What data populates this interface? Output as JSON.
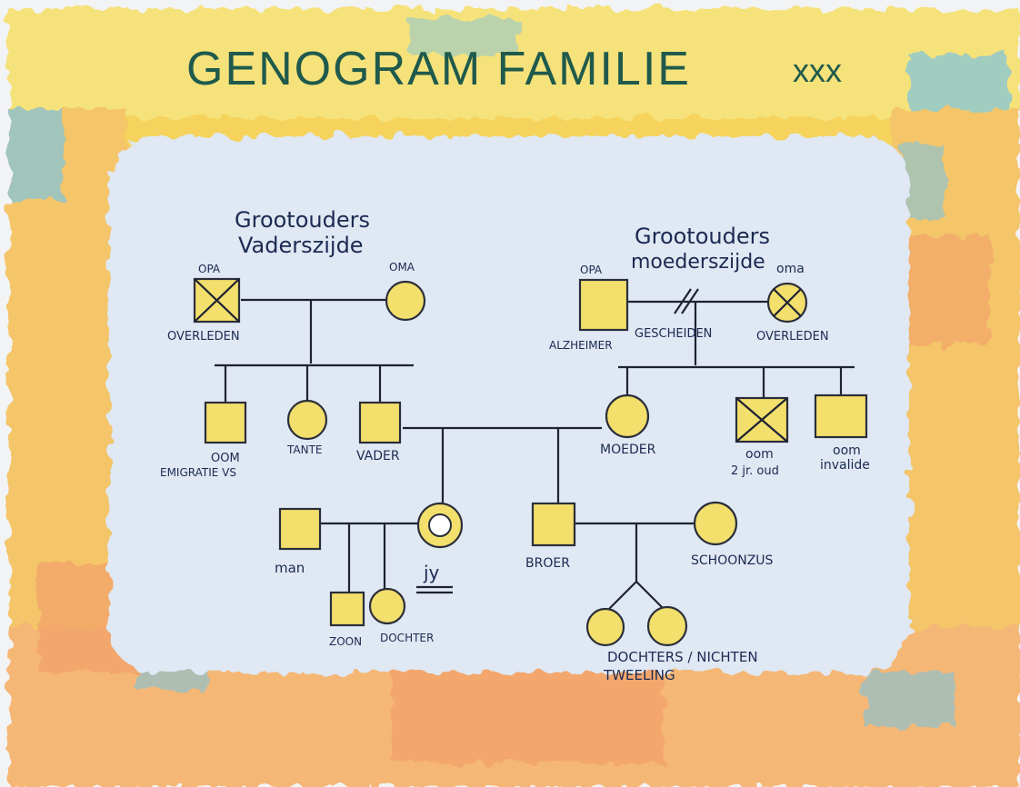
{
  "title": "GENOGRAM  FAMILIE",
  "title_suffix": "xxx",
  "groups": {
    "paternal_1": "Grootouders",
    "paternal_2": "Vaderszijde",
    "maternal_1": "Grootouders",
    "maternal_2": "moederszijde"
  },
  "labels": {
    "opa_p": "OPA",
    "oma_p": "OMA",
    "overleden_p": "OVERLEDEN",
    "opa_m": "OPA",
    "oma_m": "oma",
    "alzheimer": "ALZHEIMER",
    "gescheiden": "GESCHEIDEN",
    "overleden_m": "OVERLEDEN",
    "oom1_a": "OOM",
    "oom1_b": "EMIGRATIE VS",
    "tante": "TANTE",
    "vader": "VADER",
    "moeder": "MOEDER",
    "oom2_a": "oom",
    "oom2_b": "2 jr. oud",
    "oom3_a": "oom",
    "oom3_b": "invalide",
    "man": "man",
    "jy": "jy",
    "broer": "BROER",
    "schoonzus": "SCHOONZUS",
    "zoon": "ZOON",
    "dochter": "DOCHTER",
    "tweeling_a": "DOCHTERS / NICHTEN",
    "tweeling_b": "TWEELING"
  },
  "colors": {
    "fill": "#f2df6c",
    "stroke": "#2b2e3a",
    "paper": "#dfe8f3",
    "border_yellow": "#f5d35c",
    "border_orange": "#f2a06b",
    "border_blue": "#7ec3de",
    "ink": "#1c2a52"
  }
}
